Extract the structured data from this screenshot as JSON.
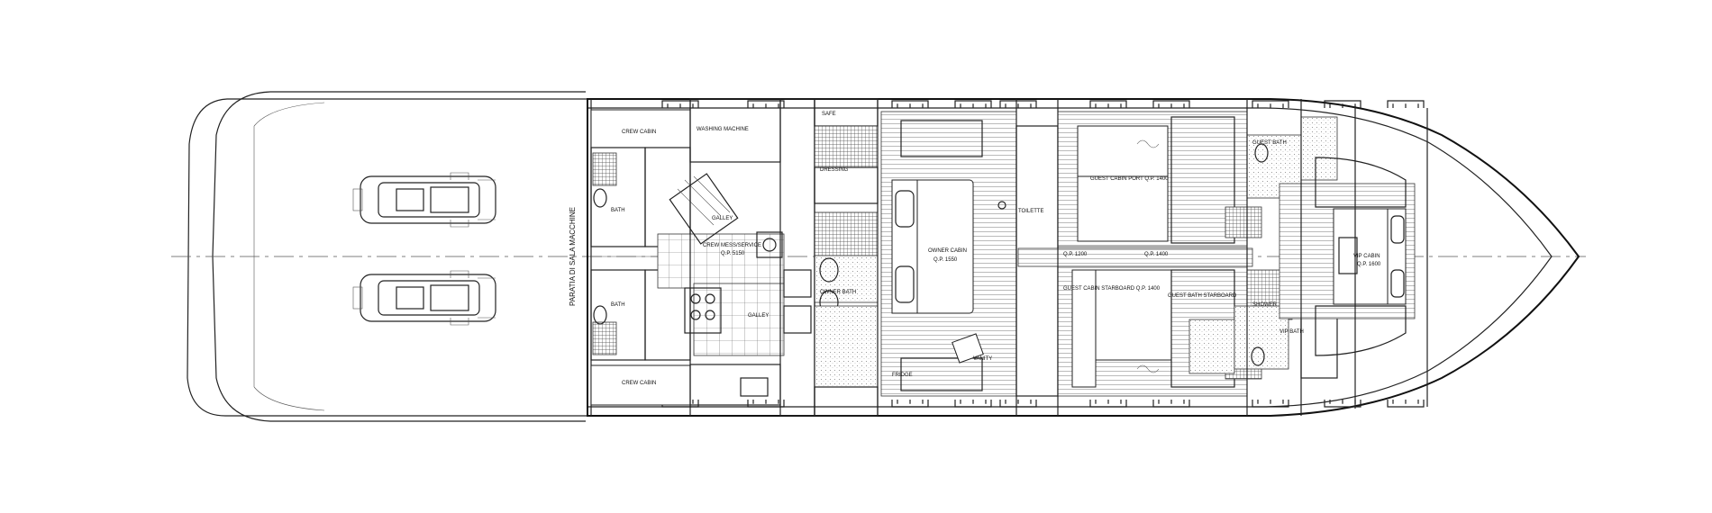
{
  "plan": {
    "bulkhead_label": "PARATIA DI SALA MACCHINE",
    "rooms": {
      "crew_cabin_top": "CREW CABIN",
      "crew_cabin_bottom": "CREW CABIN",
      "bath_top": "BATH",
      "bath_bottom": "BATH",
      "washing_machine": "WASHING MACHINE",
      "crew_mess": "CREW MESS/SERVICE",
      "crew_mess_area": "Q.P. 5150",
      "galley_top": "GALLEY",
      "galley_bottom": "GALLEY",
      "safe": "SAFE",
      "dressing": "DRESSING",
      "owner_bath": "OWNER BATH",
      "fridge": "FRIDGE",
      "owner_cabin": "OWNER CABIN",
      "owner_cabin_area": "Q.P. 1550",
      "toilette": "TOILETTE",
      "vanity": "VANITY",
      "guest_cabin_port": "GUEST CABIN PORT Q.P. 1400",
      "guest_cabin_stbd": "GUEST CABIN STARBOARD Q.P. 1400",
      "qp_left": "Q.P. 1200",
      "qp_right": "Q.P. 1400",
      "guest_bath": "GUEST BATH",
      "guest_bath_stbd": "GUEST BATH STARBOARD",
      "vip_bath": "VIP BATH",
      "vip_cabin": "VIP CABIN",
      "vip_cabin_area": "Q.P. 1600",
      "shower": "SHOWER"
    }
  }
}
